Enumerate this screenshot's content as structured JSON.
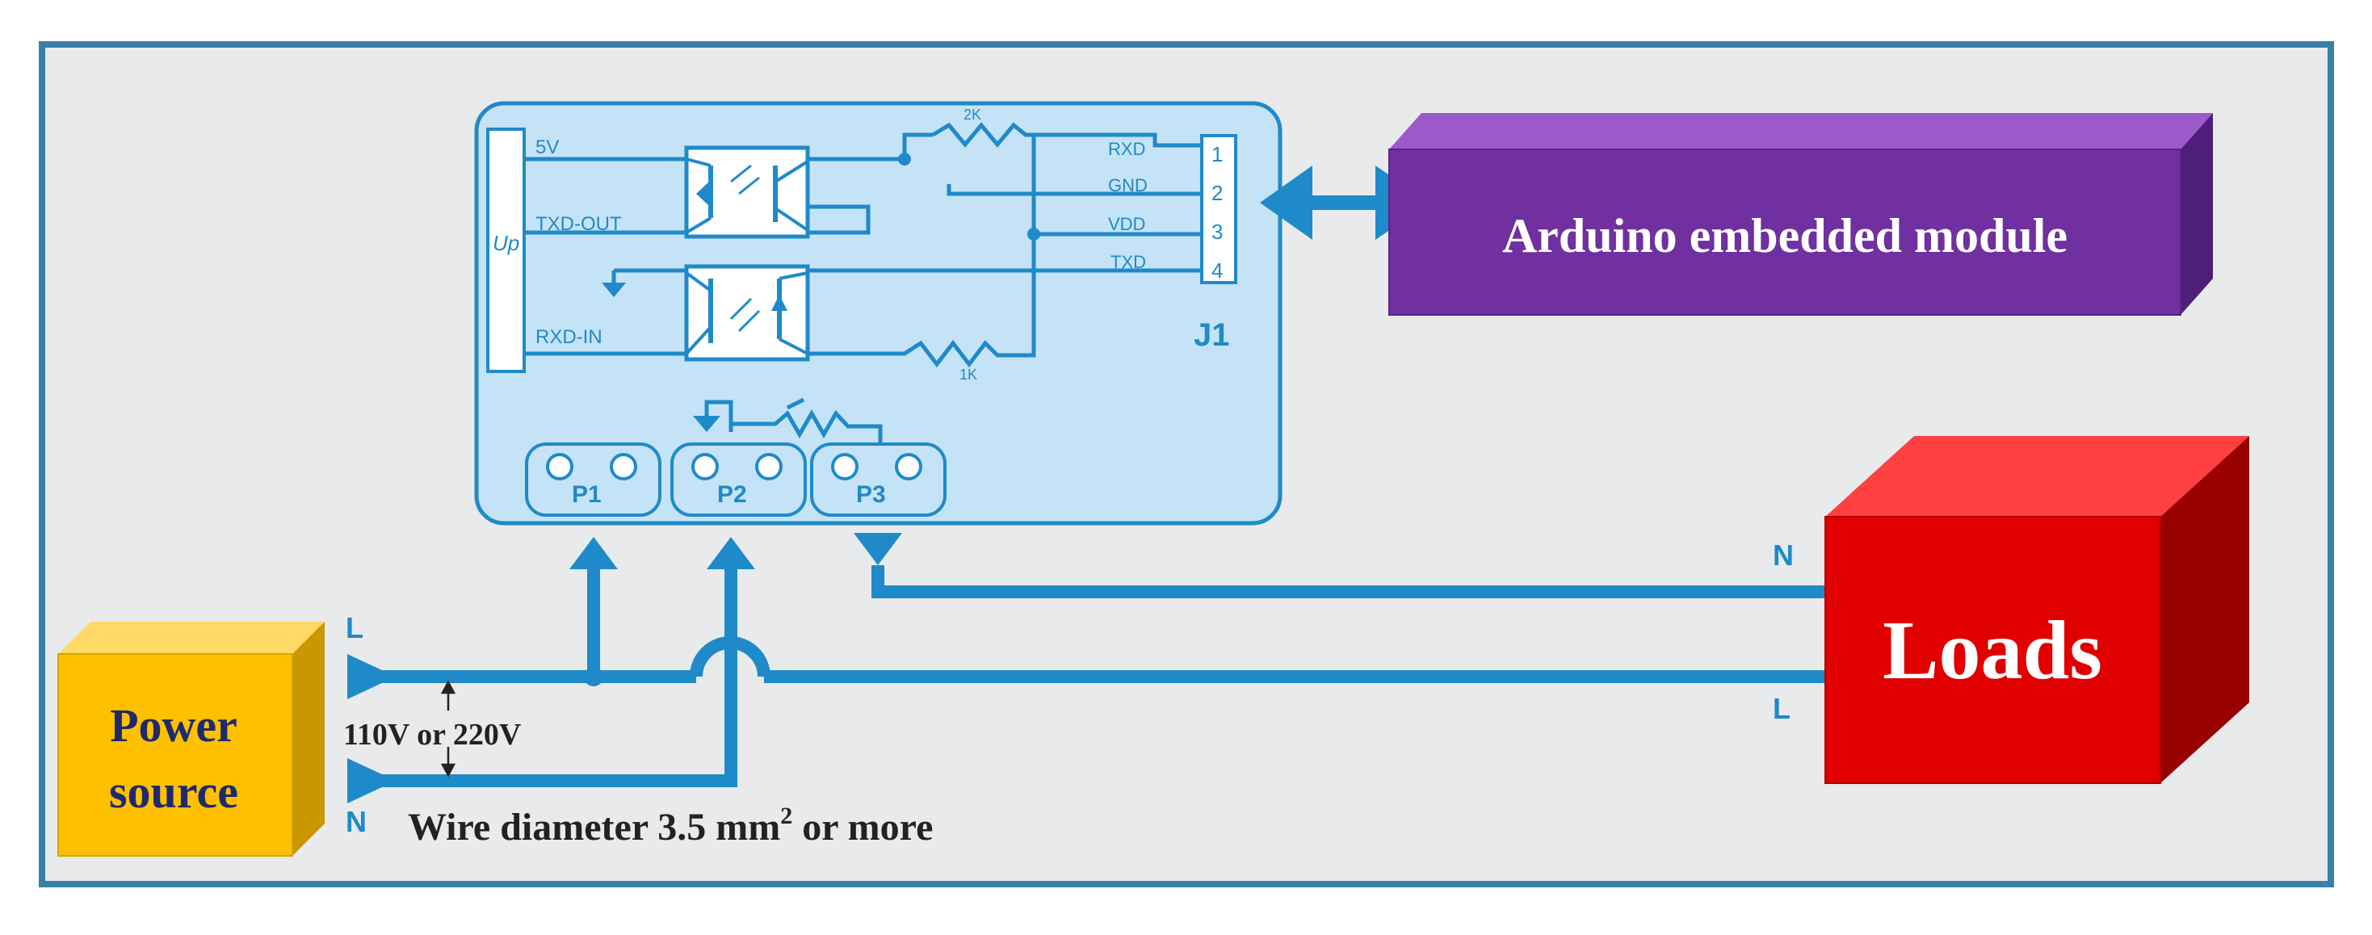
{
  "module": {
    "pins_left": {
      "v5": "5V",
      "txd_out": "TXD-OUT",
      "up": "Up",
      "rxd_in": "RXD-IN"
    },
    "resistors": {
      "top": "2K",
      "bottom": "1K"
    },
    "signals": {
      "rxd": "RXD",
      "gnd": "GND",
      "vdd": "VDD",
      "txd": "TXD"
    },
    "header_label": "J1",
    "pin_numbers": [
      "1",
      "2",
      "3",
      "4"
    ],
    "ports": [
      "P1",
      "P2",
      "P3"
    ]
  },
  "arduino": {
    "label": "Arduino embedded module"
  },
  "power": {
    "line1": "Power",
    "line2": "source"
  },
  "loads": {
    "label": "Loads"
  },
  "wires": {
    "L": "L",
    "N": "N"
  },
  "annotations": {
    "voltage": "110V or 220V",
    "wire_text": "Wire diameter 3.5 mm",
    "wire_sup": "2",
    "wire_tail": " or more"
  },
  "colors": {
    "wire": "#1f8ac9",
    "module_fill": "#c5e3f6",
    "module_stroke": "#1f8ac9",
    "arduino_front": "#7030a0",
    "power_front": "#ffc000",
    "loads_front": "#e00000",
    "background": "#e8eaec",
    "frame": "#3a7fa8"
  }
}
